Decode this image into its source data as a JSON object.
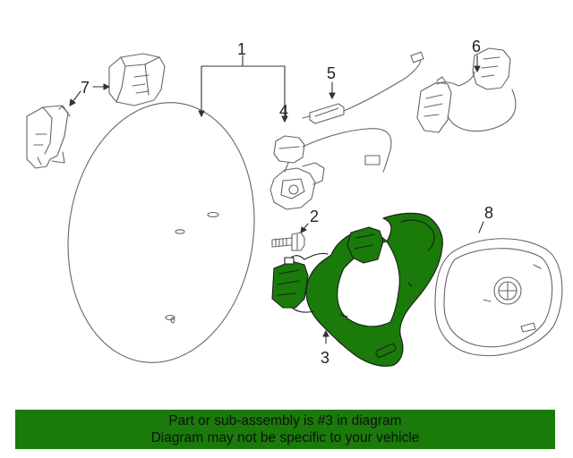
{
  "callouts": {
    "c1": "1",
    "c2": "2",
    "c3": "3",
    "c4": "4",
    "c5": "5",
    "c6": "6",
    "c7": "7",
    "c8": "8"
  },
  "highlight_color": "#1a7a0a",
  "banner": {
    "line1": "Part or sub-assembly is #3 in diagram",
    "line2": "Diagram may not be specific to your vehicle"
  }
}
